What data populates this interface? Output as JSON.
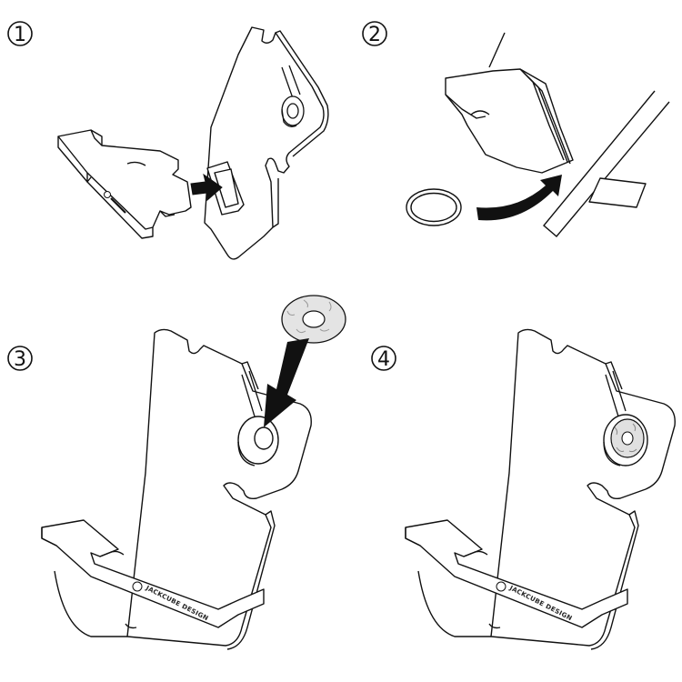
{
  "steps": [
    {
      "number": "1",
      "symbol": "①"
    },
    {
      "number": "2",
      "symbol": "②"
    },
    {
      "number": "3",
      "symbol": "③"
    },
    {
      "number": "4",
      "symbol": "④"
    }
  ],
  "brand": "JACKCUBE DESIGN",
  "colors": {
    "line": "#111111",
    "arrow": "#111111",
    "fill": "#ffffff",
    "pad": "#d8d8d8"
  }
}
